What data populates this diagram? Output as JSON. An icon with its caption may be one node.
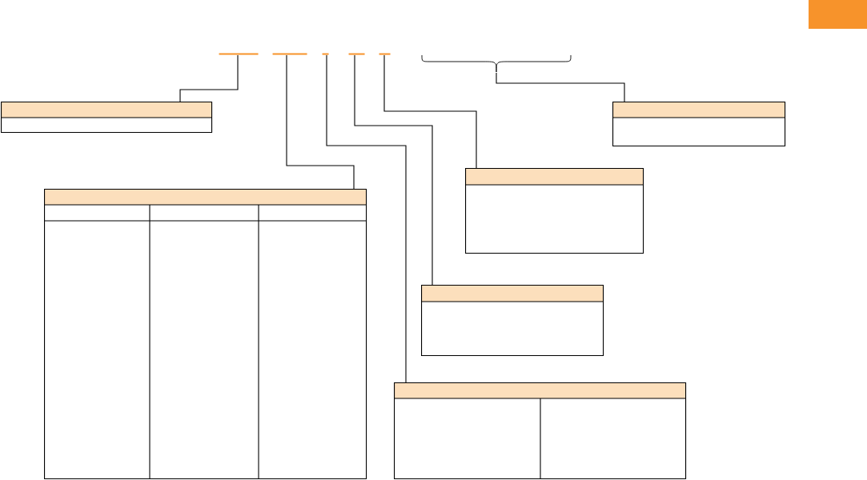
{
  "diagram": {
    "nodes": [
      {
        "text": [],
        "shape": "bar"
      },
      {
        "text": [],
        "shape": "bar"
      },
      {
        "text": [],
        "shape": "bar"
      },
      {
        "text": [],
        "shape": "bar"
      },
      {
        "text": [],
        "shape": "bar"
      },
      {
        "text": [],
        "shape": "brace"
      },
      {
        "text": [],
        "shape": "box"
      },
      {
        "text": [],
        "shape": "box"
      },
      {
        "text": [],
        "shape": "box"
      },
      {
        "text": [],
        "shape": "box"
      },
      {
        "text": [],
        "shape": "box"
      },
      {
        "text": [],
        "shape": "box"
      }
    ],
    "edges": [
      {
        "from": 0,
        "to": 6,
        "arrow": "none"
      },
      {
        "from": 1,
        "to": 8,
        "arrow": "none"
      },
      {
        "from": 2,
        "to": 11,
        "arrow": "none"
      },
      {
        "from": 3,
        "to": 10,
        "arrow": "none"
      },
      {
        "from": 4,
        "to": 9,
        "arrow": "none"
      },
      {
        "from": 5,
        "to": 7,
        "arrow": "none"
      }
    ]
  }
}
